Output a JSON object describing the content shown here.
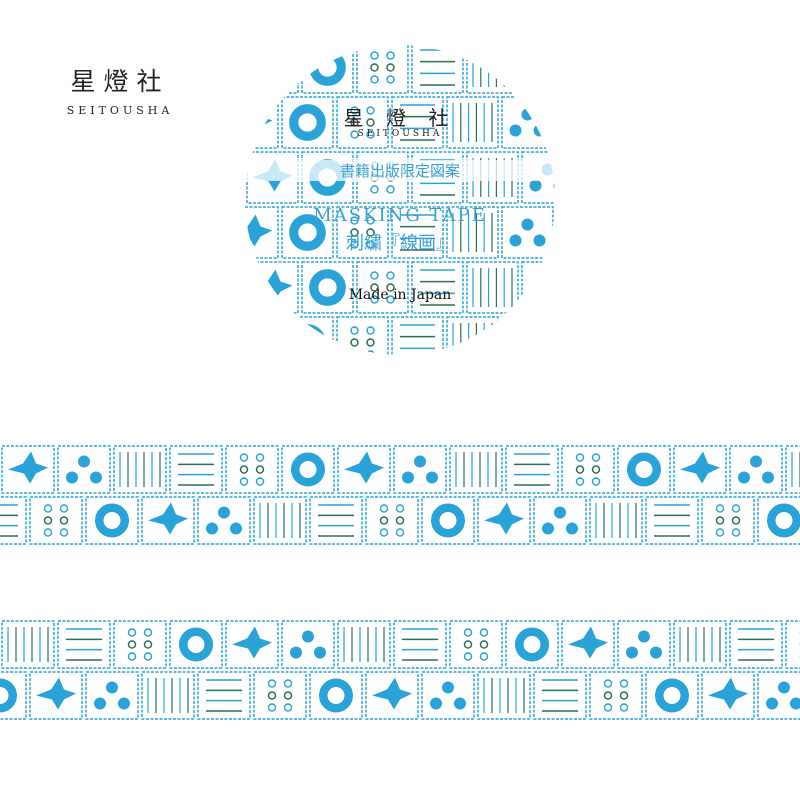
{
  "brand": {
    "kanji": "星燈社",
    "roman": "SEITOUSHA"
  },
  "label": {
    "brand_kanji": "星 燈 社",
    "brand_roman": "SEITOUSHA",
    "edition": "書籍出版限定図案",
    "product": "MASKING TAPE",
    "title": "刺繍『線画』",
    "origin": "Made in Japan"
  },
  "colors": {
    "thread_blue": "#2aa3d9",
    "thread_green": "#2f6d5a",
    "text_blue": "#3a9fd0"
  }
}
